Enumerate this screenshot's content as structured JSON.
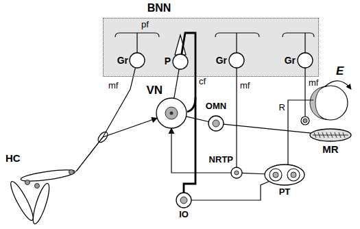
{
  "diagram": {
    "nodes": [
      {
        "text": [
          "BNN"
        ]
      },
      {
        "text": [
          "Gr"
        ],
        "in": 0
      },
      {
        "text": [
          "P"
        ],
        "in": 0
      },
      {
        "text": [
          "Gr"
        ],
        "in": 0
      },
      {
        "text": [
          "Gr"
        ],
        "in": 0
      },
      {
        "text": [
          "VN"
        ]
      },
      {
        "text": [
          "OMN"
        ]
      },
      {
        "text": [
          "MR"
        ]
      },
      {
        "text": [
          "NRTP"
        ]
      },
      {
        "text": [
          "HC"
        ]
      },
      {
        "text": [
          "PT"
        ]
      },
      {
        "text": [
          "IO"
        ]
      }
    ],
    "edges": [
      {
        "from": 9,
        "to": 5,
        "arrow": "to"
      },
      {
        "from": 9,
        "to": 1,
        "arrow": "none"
      },
      {
        "from": 2,
        "to": 5,
        "arrow": "none"
      },
      {
        "from": 11,
        "to": 2,
        "arrow": "none"
      },
      {
        "from": 5,
        "to": 6,
        "arrow": "none"
      },
      {
        "from": 6,
        "to": 7,
        "arrow": "none"
      },
      {
        "from": 8,
        "to": 3,
        "arrow": "none"
      },
      {
        "from": 8,
        "to": 5,
        "arrow": "to"
      },
      {
        "from": 10,
        "to": 8,
        "arrow": "none"
      },
      {
        "from": 10,
        "to": 11,
        "arrow": "none"
      }
    ],
    "labels": [
      "pf",
      "cf",
      "mf",
      "mf",
      "mf",
      "E",
      "R"
    ]
  }
}
